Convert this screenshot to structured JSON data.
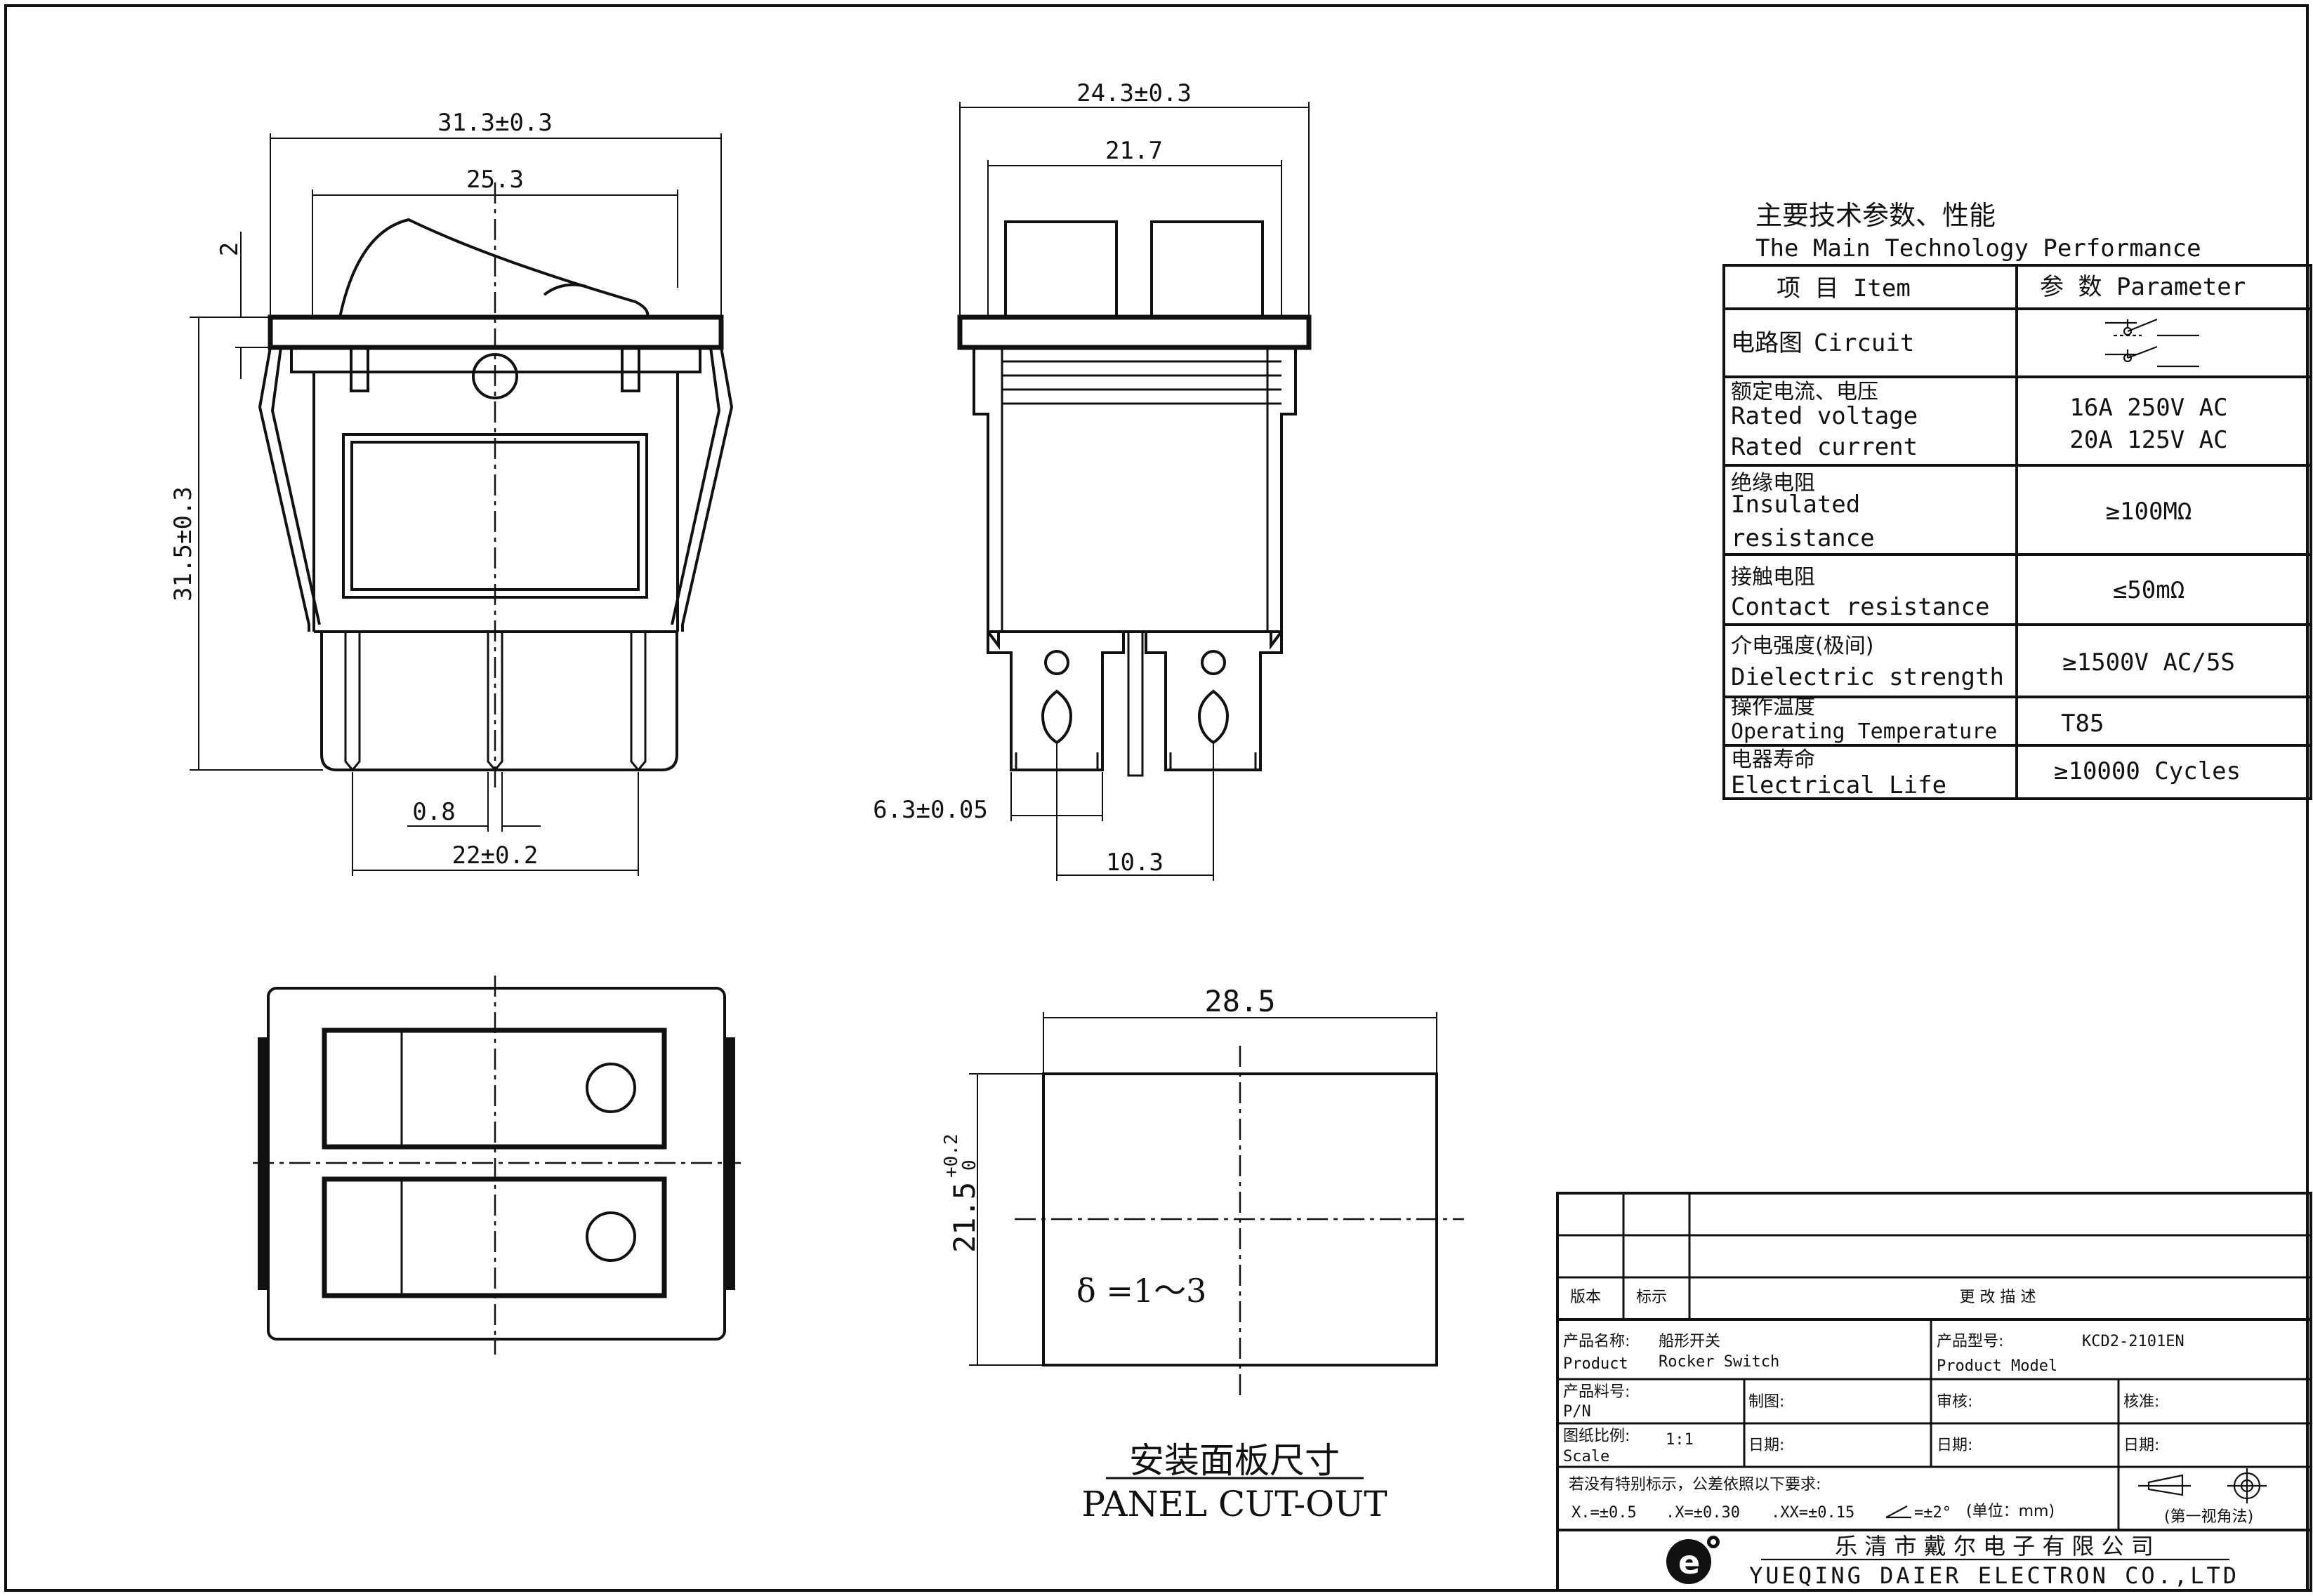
{
  "front_view": {
    "dims": {
      "overall_width": "31.3±0.3",
      "inner_width": "25.3",
      "top_step": "2",
      "height": "31.5±0.3",
      "pin_width": "0.8",
      "pin_span": "22±0.2"
    }
  },
  "side_view": {
    "dims": {
      "overall_width": "24.3±0.3",
      "inner_width": "21.7",
      "terminal_width": "6.3±0.05",
      "terminal_pitch": "10.3"
    }
  },
  "panel": {
    "width": "28.5",
    "height": "21.5",
    "height_tol_upper": "+0.2",
    "height_tol_lower": "0",
    "thickness": "δ =1～3",
    "title_cn": "安装面板尺寸",
    "title_en": "PANEL CUT-OUT"
  },
  "spec_table": {
    "title_cn": "主要技术参数、性能",
    "title_en": "The Main Technology Performance",
    "header_item": "项 目  Item",
    "header_param": "参 数 Parameter",
    "rows": [
      {
        "label_cn": "电路图",
        "label_en": "Circuit",
        "value": "",
        "circuit_icon": "double-pole-switch-icon"
      },
      {
        "label_cn": "额定电流、电压",
        "label_en": "Rated voltage",
        "label_en2": "Rated current",
        "value": "16A 250V AC",
        "value2": "20A 125V AC"
      },
      {
        "label_cn": "绝缘电阻",
        "label_en": "Insulated",
        "label_en2": "resistance",
        "value": "≥100MΩ"
      },
      {
        "label_cn": "接触电阻",
        "label_en": "Contact resistance",
        "value": "≤50mΩ"
      },
      {
        "label_cn": "介电强度(极间)",
        "label_en": "Dielectric strength",
        "value": "≥1500V AC/5S"
      },
      {
        "label_cn": "操作温度",
        "label_en": "Operating Temperature",
        "value": "T85"
      },
      {
        "label_cn": "电器寿命",
        "label_en": "Electrical Life",
        "value": "≥10000  Cycles"
      }
    ]
  },
  "title_block": {
    "version_label": "版本",
    "mark_label": "标示",
    "change_desc_label": "更  改  描  述",
    "product_name_label_cn": "产品名称:",
    "product_name_label_en": "Product",
    "product_name_cn": "船形开关",
    "product_name_en": "Rocker Switch",
    "product_model_label_cn": "产品型号:",
    "product_model_label_en": "Product Model",
    "product_model": "KCD2-2101EN",
    "pn_label_cn": "产品料号:",
    "pn_label_en": "P/N",
    "drawn_label": "制图:",
    "review_label": "审核:",
    "approve_label": "核准:",
    "scale_label_cn": "图纸比例:",
    "scale_label_en": "Scale",
    "scale_value": "1:1",
    "date_label": "日期:",
    "tolerance_note": "若没有特别标示，公差依照以下要求:",
    "tol_x": "X.=±0.5",
    "tol_xx": ".X=±0.30",
    "tol_xxx": ".XX=±0.15",
    "tol_angle": "=±2°",
    "unit_note": "(单位：mm)",
    "projection_note": "(第一视角法)",
    "company_cn": "乐 清 市 戴 尔 电 子 有 限 公 司",
    "company_en": "YUEQING DAIER ELECTRON CO.,LTD",
    "logo_letter": "e"
  },
  "icons": [
    "company-logo-icon",
    "first-angle-projection-icon",
    "angle-tolerance-icon",
    "double-pole-switch-icon"
  ]
}
